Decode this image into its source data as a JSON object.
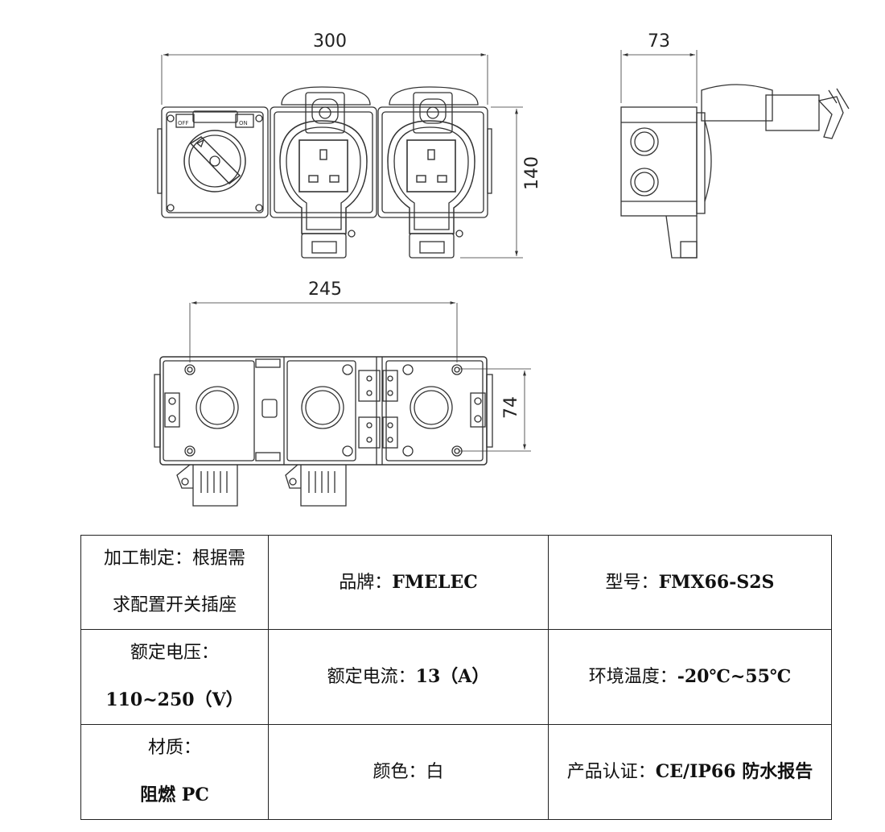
{
  "drawing": {
    "dimensions": {
      "total_width": "300",
      "depth": "73",
      "height": "140",
      "mount_spacing": "245",
      "mount_height": "74"
    },
    "switch_labels": {
      "off": "OFF",
      "on": "ON"
    }
  },
  "specs": {
    "rows": [
      [
        {
          "label": "加工制定：根据需",
          "value": "求配置开关插座"
        },
        {
          "label": "品牌：",
          "value": "FMELEC"
        },
        {
          "label": "型号：",
          "value": "FMX66-S2S"
        }
      ],
      [
        {
          "label": "额定电压：",
          "value": "110~250（V）"
        },
        {
          "label": "额定电流：",
          "value": "13（A）"
        },
        {
          "label": "环境温度：",
          "value": "-20℃~55℃"
        }
      ],
      [
        {
          "label": "材质：",
          "value": "阻燃 PC"
        },
        {
          "label": "颜色：",
          "value": "白"
        },
        {
          "label": "产品认证：",
          "value": "CE/IP66 防水报告"
        }
      ]
    ]
  }
}
